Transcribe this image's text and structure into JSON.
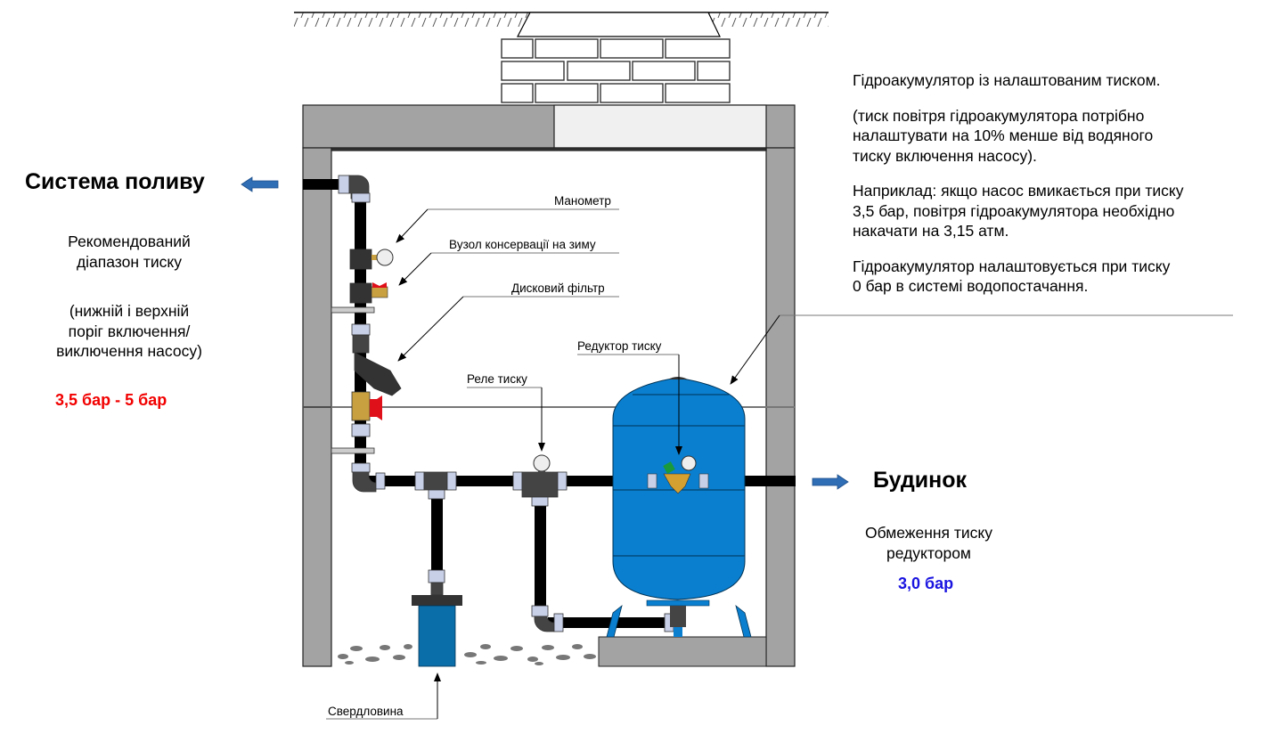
{
  "left_panel": {
    "title": "Система поливу",
    "recommended_line1": "Рекомендований",
    "recommended_line2": "діапазон тиску",
    "note_line1": "(нижній і верхній",
    "note_line2": "поріг включення/",
    "note_line3": "виключення насосу)",
    "pressure_range": "3,5 бар - 5 бар"
  },
  "right_panel": {
    "title": "Будинок",
    "limit_line1": "Обмеження тиску",
    "limit_line2": "редуктором",
    "limit_value": "3,0 бар"
  },
  "accumulator_note": {
    "line1": "Гідроакумулятор із налаштованим тиском.",
    "line2": "(тиск повітря гідроакумулятора потрібно",
    "line3": "налаштувати на 10% менше від водяного",
    "line4": "тиску включення насосу).",
    "line5": "Наприклад: якщо насос вмикається при тиску",
    "line6": "3,5 бар, повітря гідроакумулятора необхідно",
    "line7": "накачати на 3,15 атм.",
    "line8": "Гідроакумулятор налаштовується при тиску",
    "line9": "0 бар в системі водопостачання."
  },
  "callouts": {
    "manometer": "Манометр",
    "winter_valve": "Вузол консервації на зиму",
    "disc_filter": "Дисковий фільтр",
    "pressure_reducer": "Редуктор тиску",
    "pressure_switch": "Реле тиску",
    "borehole": "Свердловина"
  },
  "colors": {
    "tank_blue": "#0a7fd0",
    "wall_gray": "#a3a3a3",
    "pipe_black": "#000000",
    "arrow_blue": "#2f6db5",
    "accent_red": "#f20000",
    "accent_blue": "#1a14e0"
  }
}
